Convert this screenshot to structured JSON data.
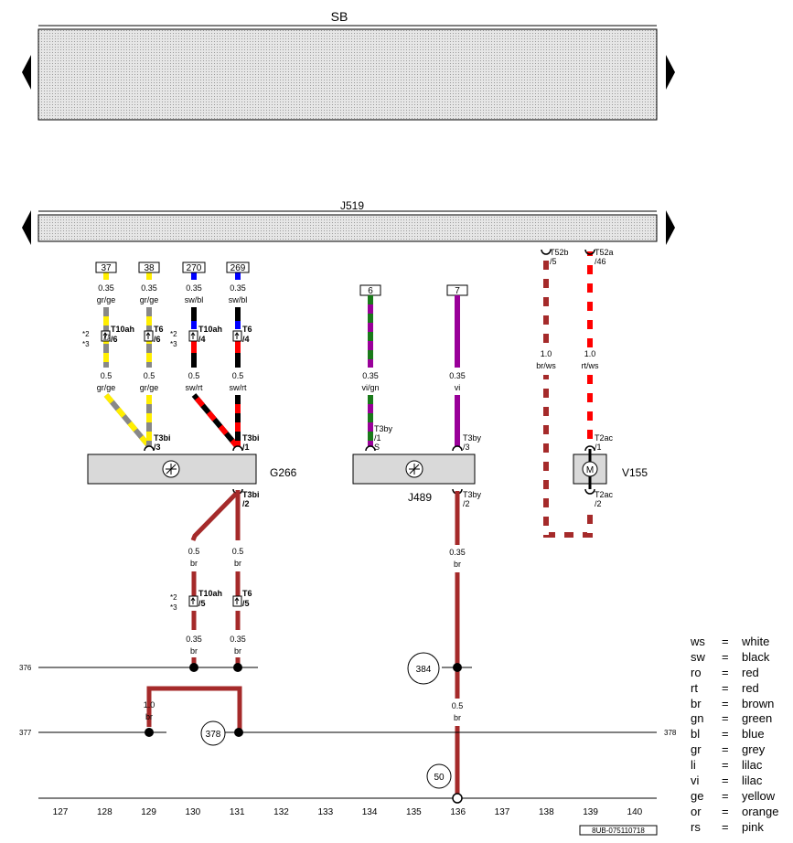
{
  "units": {
    "sb": "SB",
    "j519": "J519",
    "g266": "G266",
    "j489": "J489",
    "v155": "V155"
  },
  "motor_symbol": "M",
  "star_markers": {
    "a": "*2",
    "b": "*3"
  },
  "fuse_labels": {
    "f37": "37",
    "f38": "38",
    "f270": "270",
    "f269": "269",
    "f6": "6",
    "f7": "7"
  },
  "wires": {
    "w37_top": {
      "size": "0.35",
      "color": "gr/ge"
    },
    "w38_top": {
      "size": "0.35",
      "color": "gr/ge"
    },
    "w270_top": {
      "size": "0.35",
      "color": "sw/bl"
    },
    "w269_top": {
      "size": "0.35",
      "color": "sw/bl"
    },
    "w37_bot": {
      "size": "0.5",
      "color": "gr/ge"
    },
    "w38_bot": {
      "size": "0.5",
      "color": "gr/ge"
    },
    "w270_bot": {
      "size": "0.5",
      "color": "sw/rt"
    },
    "w269_bot": {
      "size": "0.5",
      "color": "sw/rt"
    },
    "w6": {
      "size": "0.35",
      "color": "vi/gn"
    },
    "w7": {
      "size": "0.35",
      "color": "vi"
    },
    "w_t52b": {
      "size": "1.0",
      "color": "br/ws"
    },
    "w_t52a": {
      "size": "1.0",
      "color": "rt/ws"
    },
    "w130_a": {
      "size": "0.5",
      "color": "br"
    },
    "w131_a": {
      "size": "0.5",
      "color": "br"
    },
    "w130_b": {
      "size": "0.35",
      "color": "br"
    },
    "w131_b": {
      "size": "0.35",
      "color": "br"
    },
    "w136_a": {
      "size": "0.35",
      "color": "br"
    },
    "w136_b": {
      "size": "0.5",
      "color": "br"
    },
    "w129": {
      "size": "1.0",
      "color": "br"
    }
  },
  "connectors": {
    "t10ah_6": {
      "name": "T10ah",
      "pin": "/6"
    },
    "t6_6": {
      "name": "T6",
      "pin": "/6"
    },
    "t10ah_4": {
      "name": "T10ah",
      "pin": "/4"
    },
    "t6_4": {
      "name": "T6",
      "pin": "/4"
    },
    "t3bi_3": {
      "name": "T3bi",
      "pin": "/3"
    },
    "t3bi_1": {
      "name": "T3bi",
      "pin": "/1"
    },
    "t3bi_2": {
      "name": "T3bi",
      "pin": "/2"
    },
    "t3by_1": {
      "name": "T3by",
      "pin": "/1",
      "extra": "S"
    },
    "t3by_3": {
      "name": "T3by",
      "pin": "/3"
    },
    "t3by_2": {
      "name": "T3by",
      "pin": "/2"
    },
    "t52b": {
      "name": "T52b",
      "pin": "/5"
    },
    "t52a": {
      "name": "T52a",
      "pin": "/46"
    },
    "t2ac_1": {
      "name": "T2ac",
      "pin": "/1"
    },
    "t2ac_2": {
      "name": "T2ac",
      "pin": "/2"
    },
    "t10ah_5": {
      "name": "T10ah",
      "pin": "/5"
    },
    "t6_5": {
      "name": "T6",
      "pin": "/5"
    }
  },
  "ground_points": {
    "g384": "384",
    "g378": "378",
    "g50": "50"
  },
  "bus_labels": {
    "b376": "376",
    "b377": "377",
    "b378_right": "378"
  },
  "track_numbers": [
    "127",
    "128",
    "129",
    "130",
    "131",
    "132",
    "133",
    "134",
    "135",
    "136",
    "137",
    "138",
    "139",
    "140"
  ],
  "doc_id": "8UB-075110718",
  "legend": [
    {
      "abbr": "ws",
      "name": "white"
    },
    {
      "abbr": "sw",
      "name": "black"
    },
    {
      "abbr": "ro",
      "name": "red"
    },
    {
      "abbr": "rt",
      "name": "red"
    },
    {
      "abbr": "br",
      "name": "brown"
    },
    {
      "abbr": "gn",
      "name": "green"
    },
    {
      "abbr": "bl",
      "name": "blue"
    },
    {
      "abbr": "gr",
      "name": "grey"
    },
    {
      "abbr": "li",
      "name": "lilac"
    },
    {
      "abbr": "vi",
      "name": "lilac"
    },
    {
      "abbr": "ge",
      "name": "yellow"
    },
    {
      "abbr": "or",
      "name": "orange"
    },
    {
      "abbr": "rs",
      "name": "pink"
    }
  ],
  "legend_eq": "=",
  "colors": {
    "grey": "#888888",
    "yellow": "#ffee00",
    "black": "#000000",
    "blue": "#0000ff",
    "red": "#ff0000",
    "brown": "#a52a2a",
    "violet": "#990099",
    "green": "#1a7a1a",
    "white": "#ffffff",
    "panel": "#e0e0e0",
    "box": "#d9d9d9"
  }
}
